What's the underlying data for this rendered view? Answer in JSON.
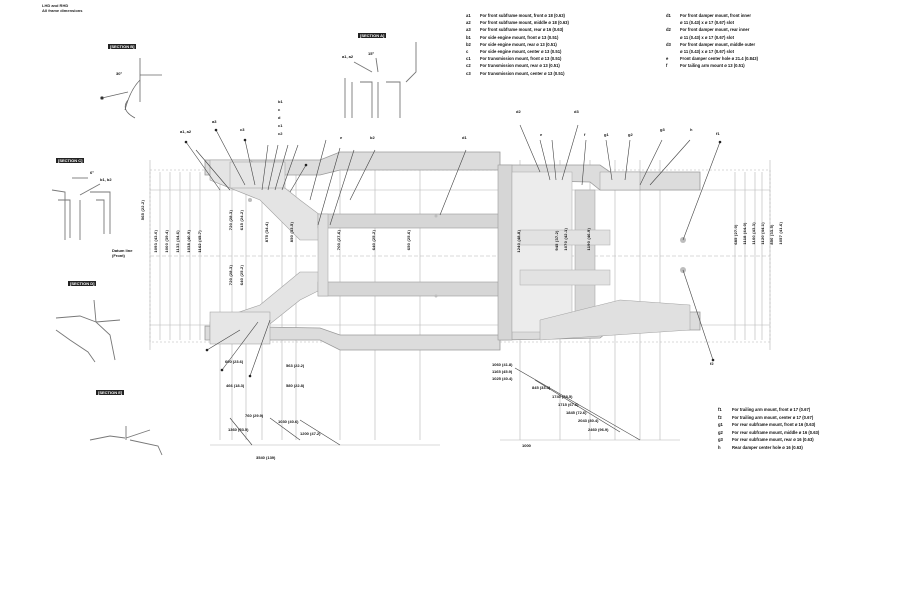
{
  "header": {
    "line1": "LHD and RHD",
    "line2": "All frame dimensions"
  },
  "legend_top_left": {
    "items": [
      {
        "key": "a1",
        "text": "For front subframe mount, front  ø 18 (0.63)"
      },
      {
        "key": "a2",
        "text": "For front subframe mount, middle  ø 18 (0.63)"
      },
      {
        "key": "a3",
        "text": "For front subframe mount, rear  ø 16 (0.63)"
      },
      {
        "key": "b1",
        "text": "For side engine mount, front  ø 13 (0.51)"
      },
      {
        "key": "b2",
        "text": "For side engine mount, rear  ø 13 (0.51)"
      },
      {
        "key": "c",
        "text": "For side engine mount, center  ø 13 (0.51)"
      },
      {
        "key": "c1",
        "text": "For transmission mount, front  ø 13 (0.51)"
      },
      {
        "key": "c2",
        "text": "For transmission mount, rear  ø 13 (0.51)"
      },
      {
        "key": "c3",
        "text": "For transmission mount, center  ø 13 (0.51)"
      }
    ]
  },
  "legend_top_right": {
    "items": [
      {
        "key": "d1",
        "text": "For front damper mount, front inner"
      },
      {
        "key": "",
        "text": "ø 11 (0.43) x ø 17 (0.67) slot"
      },
      {
        "key": "d2",
        "text": "For front damper mount, rear inner"
      },
      {
        "key": "",
        "text": "ø 11 (0.43) x ø 17 (0.67) slot"
      },
      {
        "key": "d3",
        "text": "For front damper mount, middle outer"
      },
      {
        "key": "",
        "text": "ø 11 (0.43) x ø 17 (0.67) slot"
      },
      {
        "key": "e",
        "text": "Front damper center hole  ø 21.4 (0.843)"
      },
      {
        "key": "f",
        "text": "For tailing arm mount  ø 13 (0.51)"
      }
    ]
  },
  "legend_bottom_right": {
    "items": [
      {
        "key": "f1",
        "text": "For trailing arm mount, front  ø 17 (0.67)"
      },
      {
        "key": "f2",
        "text": "For trailing arm mount, center  ø 17 (0.67)"
      },
      {
        "key": "g1",
        "text": "For rear subframe mount, front  ø 16 (0.63)"
      },
      {
        "key": "g2",
        "text": "For rear subframe mount, middle  ø 16 (0.63)"
      },
      {
        "key": "g3",
        "text": "For rear subframe mount, rear  ø 16 (0.63)"
      },
      {
        "key": "h",
        "text": "Rear damper center hole  ø 16 (0.63)"
      }
    ]
  },
  "sections": {
    "b": "[SECTION B]",
    "a_top": "[SECTION A]",
    "c": "[SECTION C]",
    "d": "[SECTION D]",
    "e": "[SECTION E]"
  },
  "section_callouts": {
    "b_angle": "30°",
    "a_top_left": "a1, a2",
    "a_top_angle": "15°",
    "c_mark": "b1, b2",
    "c_angle": "6°"
  },
  "side_label": {
    "title": "Datum line",
    "sub": "(Front)"
  },
  "bottom_labels": {
    "left_total": "3540 (139)",
    "right_total": "1000"
  },
  "left_vertical_dims": [
    "565 (22.2)",
    "1093 (43.0)",
    "1000 (39.4)",
    "1133 (44.6)",
    "1038 (40.9)",
    "1162 (45.7)",
    "515 (20.3)"
  ],
  "mid_vertical_dims": [
    "720 (28.3)",
    "615 (24.2)",
    "720 (28.3)",
    "640 (25.2)",
    "875 (34.4)",
    "850 (33.5)",
    "700 (27.6)",
    "640 (25.2)",
    "650 (25.6)",
    "1100 (43.3)"
  ],
  "right_vertical_dims": [
    "1240 (48.8)",
    "945 (37.2)",
    "1070 (42.1)",
    "1190 (46.9)"
  ],
  "rear_vertical_dims": [
    "685 (27.0)",
    "1118 (44.0)",
    "1100 (43.3)",
    "1120 (44.1)",
    "850 (33.5)",
    "1057 (41.6)"
  ],
  "front_bottom_dims": [
    "600 (23.6)",
    "466 (18.3)",
    "563 (22.2)",
    "580 (22.8)",
    "760 (29.9)",
    "1360 (53.5)",
    "1030 (40.6)",
    "1200 (47.2)"
  ],
  "rear_bottom_dims": [
    "1060 (41.8)",
    "1165 (45.9)",
    "1025 (40.4)",
    "845 (33.3)",
    "1740 (68.5)",
    "1715 (67.6)",
    "1845 (72.6)",
    "2043 (80.4)",
    "2460 (96.9)"
  ],
  "top_callouts": [
    "a1, a2",
    "a3",
    "c3",
    "b1",
    "c",
    "d",
    "c1",
    "c2",
    "e",
    "b2",
    "d1",
    "d2",
    "d3",
    "e",
    "f",
    "g1",
    "g2",
    "g3",
    "h",
    "f1",
    "f2"
  ],
  "colors": {
    "frame_fill": "#d9d9d9",
    "frame_line": "#9a9a9a",
    "text": "#111111",
    "dim_line": "#b0b0b0"
  }
}
